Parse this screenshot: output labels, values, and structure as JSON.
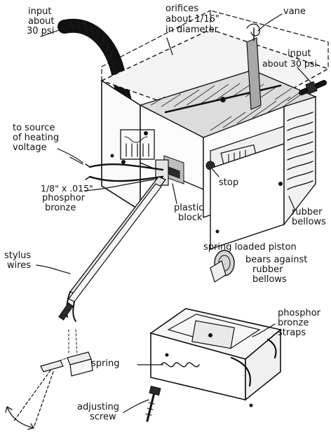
{
  "labels": {
    "input_left_line1": "input",
    "input_left_line2": "about",
    "input_left_line3": "30 psi",
    "orifices_line1": "orifices",
    "orifices_line2": "about 1/16\"",
    "orifices_line3": "in diameter",
    "vane": "vane",
    "input_right_line1": "input",
    "input_right_line2": "about 30 psi",
    "heating_line1": "to source",
    "heating_line2": "of heating",
    "heating_line3": "voltage",
    "phosphor_line1": "1/8\" x .015\"",
    "phosphor_line2": "phosphor",
    "phosphor_line3": "bronze",
    "stop": "stop",
    "plastic_line1": "plastic",
    "plastic_line2": "block",
    "bellows_line1": "rubber",
    "bellows_line2": "bellows",
    "stylus_line1": "stylus",
    "stylus_line2": "wires",
    "piston_line1": "spring loaded piston",
    "piston_line2": "bears against",
    "piston_line3": "rubber",
    "piston_line4": "bellows",
    "straps_line1": "phosphor",
    "straps_line2": "bronze",
    "straps_line3": "straps",
    "spring": "spring",
    "adjusting_line1": "adjusting",
    "adjusting_line2": "screw"
  }
}
